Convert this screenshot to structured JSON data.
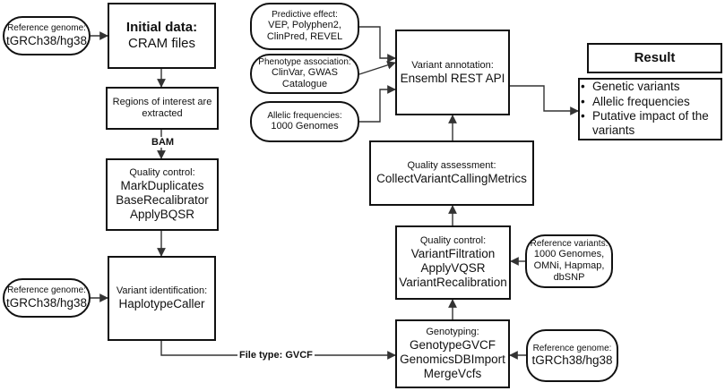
{
  "nodes": {
    "ref_genome_top": [
      "Reference genome:",
      "tGRCh38/hg38"
    ],
    "initial_data": [
      "Initial data:",
      "CRAM files"
    ],
    "regions": [
      "Regions of interest are",
      "extracted"
    ],
    "qc_left": [
      "Quality control:",
      "MarkDuplicates",
      "BaseRecalibrator",
      "ApplyBQSR"
    ],
    "ref_genome_mid": [
      "Reference genome:",
      "tGRCh38/hg38"
    ],
    "variant_id": [
      "Variant identification:",
      "HaplotypeCaller"
    ],
    "predictive": [
      "Predictive effect:",
      "VEP, Polyphen2,",
      "ClinPred, REVEL"
    ],
    "phenotype": [
      "Phenotype association:",
      "ClinVar, GWAS",
      "Catalogue"
    ],
    "allelic": [
      "Allelic frequencies:",
      "1000 Genomes"
    ],
    "annotation": [
      "Variant annotation:",
      "Ensembl REST API"
    ],
    "qa": [
      "Quality assessment:",
      "CollectVariantCallingMetrics"
    ],
    "qc_right": [
      "Quality control:",
      "VariantFiltration",
      "ApplyVQSR",
      "VariantRecalibration"
    ],
    "ref_variants": [
      "Reference variants:",
      "1000 Genomes,",
      "OMNi, Hapmap,",
      "dbSNP"
    ],
    "genotyping": [
      "Genotyping:",
      "GenotypeGVCF",
      "GenomicsDBImport",
      "MergeVcfs"
    ],
    "ref_genome_right": [
      "Reference genome:",
      "tGRCh38/hg38"
    ],
    "result_title": "Result",
    "result_items": [
      "Genetic variants",
      "Allelic frequencies",
      "Putative impact of the",
      "variants"
    ]
  },
  "edge_labels": {
    "bam": "BAM",
    "gvcf": "File type: GVCF"
  }
}
